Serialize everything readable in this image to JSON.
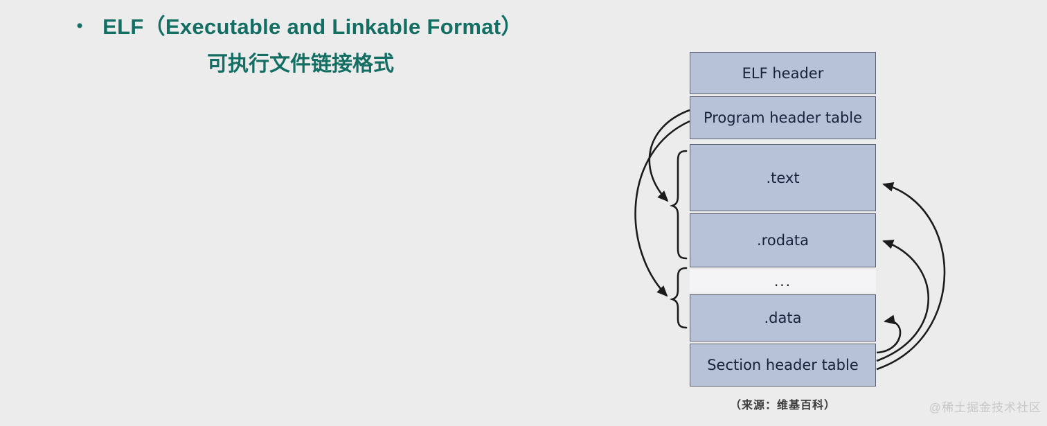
{
  "title": {
    "bullet": "•",
    "main": "ELF（Executable and Linkable Format）",
    "subtitle": "可执行文件链接格式"
  },
  "diagram": {
    "boxes": [
      {
        "id": "elf-header",
        "label": "ELF header"
      },
      {
        "id": "program-header-table",
        "label": "Program header table"
      },
      {
        "id": "text-section",
        "label": ".text"
      },
      {
        "id": "rodata-section",
        "label": ".rodata"
      },
      {
        "id": "data-section",
        "label": ".data"
      },
      {
        "id": "section-header-table",
        "label": "Section header table"
      }
    ],
    "ellipsis": "...",
    "caption": "（来源：维基百科）"
  },
  "watermark": "@稀土掘金技术社区",
  "colors": {
    "accent_teal": "#136e63",
    "background": "#ececec",
    "box_fill": "#b7c1d8",
    "box_border": "#5c6170",
    "box_text": "#18203a",
    "arrow": "#1b1b1b",
    "caption_text": "#3c3c3c",
    "watermark_text": "#c7c7c7"
  }
}
